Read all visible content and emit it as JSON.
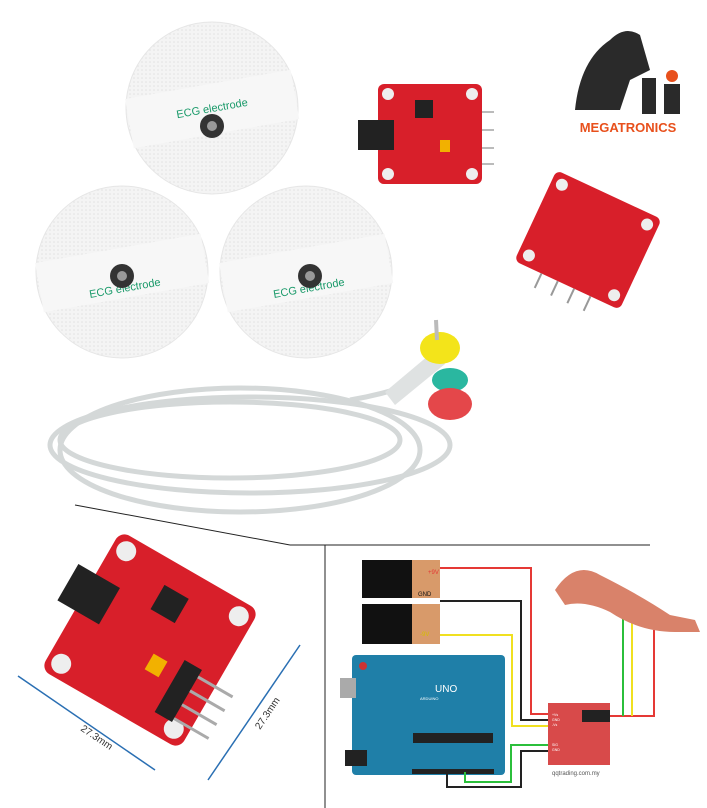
{
  "logo": {
    "brand": "MEGATRONICS",
    "letters": "Mi",
    "brand_color": "#e8501c"
  },
  "electrodes": {
    "print_text": "ECG electrode",
    "count": 3
  },
  "dimensions": {
    "width_label": "27.3mm",
    "height_label": "27.3mm"
  },
  "wiring_diagram": {
    "battery_top_label": "+9V",
    "battery_mid_label": "GND",
    "battery_bottom_label": "-9V",
    "board_label": "UNO",
    "board_brand": "ARDUINO",
    "module_pins": [
      "+Vs",
      "GND",
      "-Vs",
      "SIG",
      "GND"
    ],
    "watermark": "qqtrading.com.my",
    "wire_colors": {
      "positive": "#e53935",
      "ground": "#222222",
      "negative": "#f0e020",
      "signal": "#2bbf3b"
    }
  },
  "colors": {
    "board_red": "#d81f2a",
    "arduino_blue": "#1f7fa8",
    "cable_gray": "#d9dcdc"
  }
}
